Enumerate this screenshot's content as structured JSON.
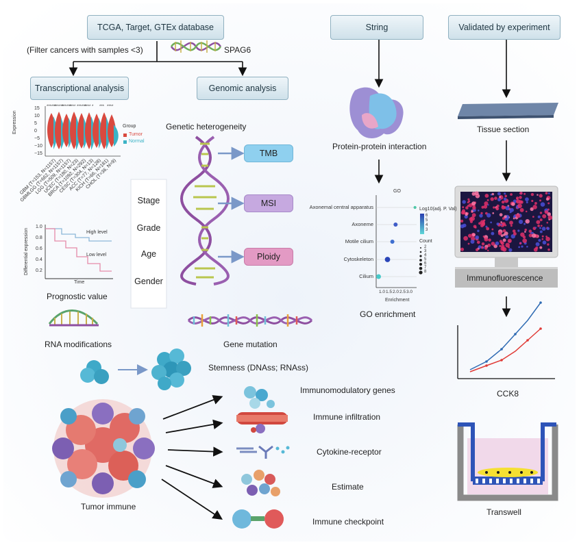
{
  "boxes": {
    "database": "TCGA, Target, GTEx database",
    "string": "String",
    "validated": "Validated by experiment",
    "transcriptional": "Transcriptional analysis",
    "genomic": "Genomic analysis"
  },
  "filter_note": "(Filter cancers with samples <3)",
  "gene": "SPAG6",
  "violin": {
    "ylabel": "Expression",
    "yticks": [
      "15",
      "10",
      "5",
      "0",
      "−5",
      "−10",
      "−15"
    ],
    "legend_title": "Group",
    "legend_tumor": "Tumor",
    "legend_normal": "Normal",
    "stars": [
      "******",
      "******",
      "******",
      "****",
      "******",
      "****",
      "*",
      "***",
      "****",
      "*"
    ],
    "cancers": [
      "GBM (T=153, N=1157)",
      "GBMLGG (T=662, N=1157)",
      "LGG (T=509, N=1157)",
      "UCEC (T=180, N=23)",
      "BRCA (T=1092, N=292)",
      "CESC (T=304, N=13)",
      "ACC (T=77, N=128)",
      "KICH (T=66, N=181)",
      "CHOL (T=36, N=9)"
    ]
  },
  "km": {
    "ylabel": "Differential expression",
    "xlabel": "Time",
    "yticks": [
      "1.0",
      "0.8",
      "0.6",
      "0.4",
      "0.2"
    ],
    "high": "High level",
    "low": "Low level"
  },
  "labels": {
    "prognostic": "Prognostic value",
    "genetic_heterogeneity": "Genetic heterogeneity",
    "rna_modifications": "RNA modifications",
    "gene_mutation": "Gene mutation",
    "stemness": "Stemness (DNAss; RNAss)",
    "tumor_immune": "Tumor immune",
    "ppi": "Protein-protein interaction",
    "go_enrichment": "GO enrichment",
    "tissue_section": "Tissue section",
    "cck8": "CCK8",
    "transwell": "Transwell",
    "immunofluorescence": "Immunofluorescence"
  },
  "clinical": [
    "Stage",
    "Grade",
    "Age",
    "Gender"
  ],
  "genomic_items": [
    {
      "label": "TMB",
      "color": "#7cc6e8"
    },
    {
      "label": "MSI",
      "color": "#b89ad6"
    },
    {
      "label": "Ploidy",
      "color": "#d98ab8"
    }
  ],
  "immune_items": [
    "Immunomodulatory genes",
    "Immune infiltration",
    "Cytokine-receptor",
    "Estimate",
    "Immune checkpoint"
  ],
  "go": {
    "title": "GO",
    "xlabel": "Enrichment",
    "xticks": [
      "1.0",
      "1.5",
      "2.0",
      "2.5",
      "3.0"
    ],
    "legend_color_title": "Log10(adj. P. Val)",
    "color_ticks": [
      "6",
      "5",
      "4",
      "3"
    ],
    "legend_size_title": "Count",
    "size_ticks": [
      "2",
      "3",
      "4",
      "5",
      "6",
      "7",
      "8"
    ],
    "terms": [
      {
        "term": "Axonemal central apparatus",
        "enrichment": 3.2,
        "count": 2,
        "color": "#4fc7a8"
      },
      {
        "term": "Axoneme",
        "enrichment": 2.0,
        "count": 4,
        "color": "#3f5cc8"
      },
      {
        "term": "Motile cilium",
        "enrichment": 1.8,
        "count": 4,
        "color": "#3f6fd0"
      },
      {
        "term": "Cytoskeleton",
        "enrichment": 1.5,
        "count": 6,
        "color": "#2a45b8"
      },
      {
        "term": "Cilium",
        "enrichment": 0.95,
        "count": 5,
        "color": "#47c9c9"
      }
    ]
  },
  "colors": {
    "tumor": "#d9493f",
    "normal": "#3bb3c6",
    "km_high": "#8cb7d8",
    "km_low": "#e58aa8",
    "cck8_blue": "#2f6bb3",
    "cck8_red": "#e03a36",
    "arrow": "#111111"
  }
}
